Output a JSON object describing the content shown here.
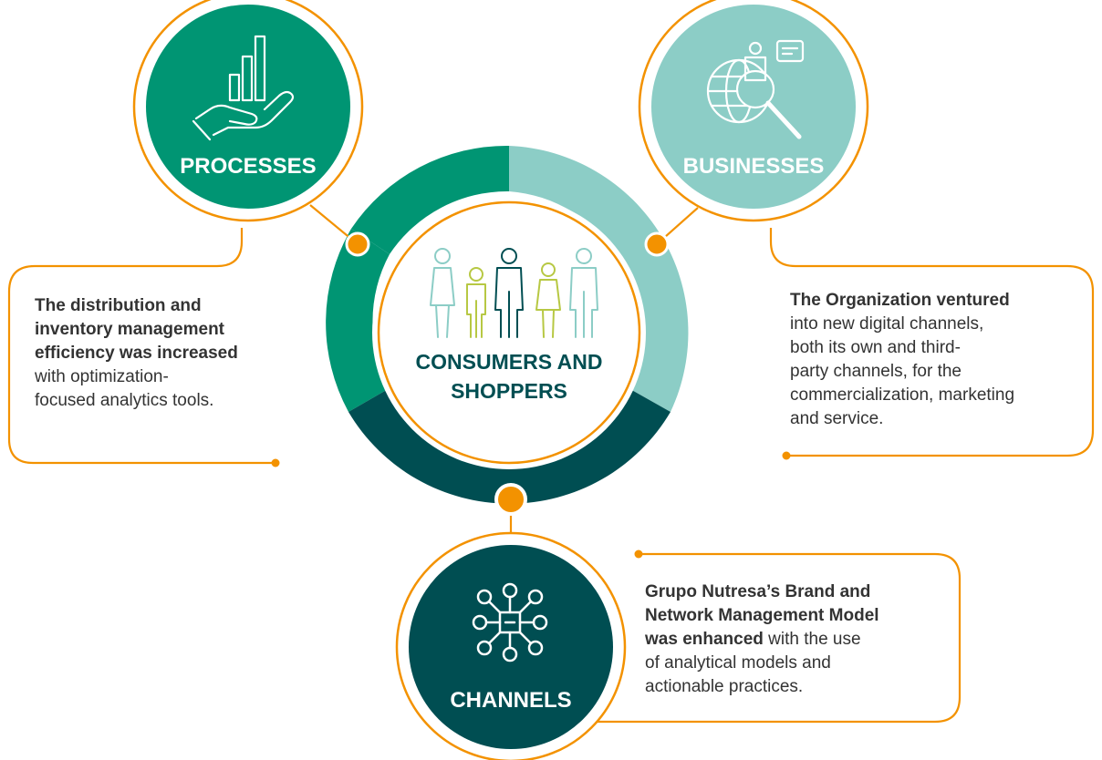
{
  "center": {
    "line1": "CONSUMERS AND",
    "line2": "SHOPPERS",
    "icon": "people-group-icon"
  },
  "processes": {
    "label": "PROCESSES",
    "icon": "bar-chart-in-hand-icon",
    "text_bold": [
      "The distribution and",
      "inventory management",
      "efficiency was increased"
    ],
    "text_normal": [
      "with optimization-",
      "focused analytics tools."
    ]
  },
  "businesses": {
    "label": "BUSINESSES",
    "icon": "globe-person-magnifier-icon",
    "text_bold": [
      "The Organization ventured"
    ],
    "text_normal": [
      "into new digital channels,",
      "both its own and third-",
      "party channels, for the",
      "commercialization, marketing",
      "and service."
    ]
  },
  "channels": {
    "label": "CHANNELS",
    "icon": "network-hub-icon",
    "text_bold": [
      "Grupo Nutresa’s Brand and",
      "Network Management Model"
    ],
    "text_mixed_bold": "was enhanced",
    "text_mixed_rest": " with the use",
    "text_normal": [
      "of analytical models and",
      "actionable practices."
    ]
  },
  "colors": {
    "processes": "#009573",
    "businesses": "#8ccdc6",
    "channels": "#004e52",
    "accent": "#f39200",
    "text": "#333333"
  }
}
